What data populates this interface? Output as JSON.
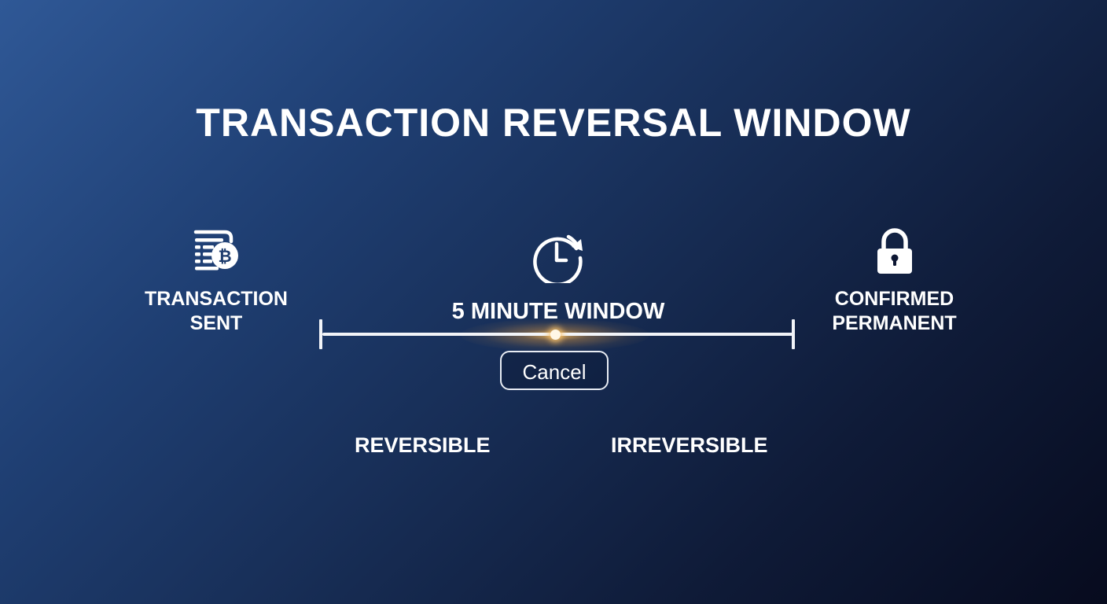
{
  "title": "TRANSACTION REVERSAL WINDOW",
  "stages": [
    {
      "label_line1": "TRANSACTION",
      "label_line2": "SENT",
      "icon": "bitcoin-ledger-icon"
    },
    {
      "label": "5 MINUTE WINDOW",
      "icon": "clock-refresh-icon"
    },
    {
      "label_line1": "CONFIRMED",
      "label_line2": "PERMANENT",
      "icon": "padlock-icon"
    }
  ],
  "timeline": {
    "marker_position_pct": 50,
    "accent_color": "#ffb347",
    "track_color": "#f2f4f8"
  },
  "cancel_button": {
    "label": "Cancel"
  },
  "phases": {
    "left": "REVERSIBLE",
    "right": "IRREVERSIBLE"
  }
}
